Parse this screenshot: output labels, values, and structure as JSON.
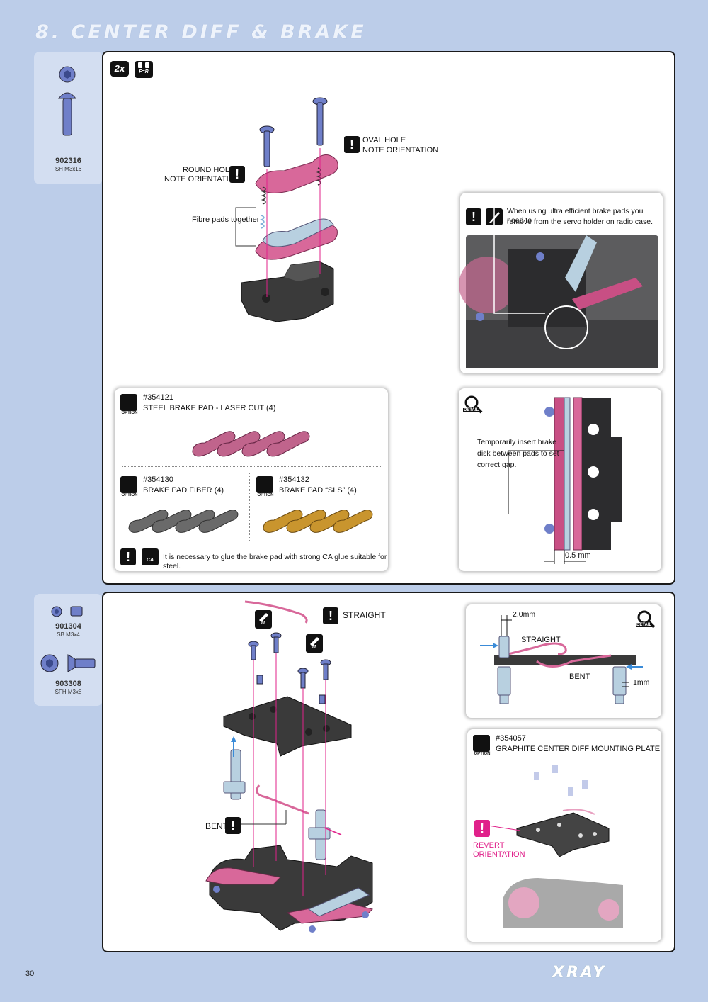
{
  "page": {
    "title": "8. CENTER DIFF & BRAKE",
    "page_number": "30",
    "brand": "XRAY"
  },
  "step1": {
    "parts": [
      {
        "number": "902316",
        "desc": "SH M3x16"
      }
    ],
    "badge_2x": "2x",
    "badge_fr": "F=R",
    "labels": {
      "oval_hole": "OVAL HOLE",
      "oval_orient": "NOTE ORIENTATION",
      "round_hole": "ROUND HOLE",
      "round_orient": "NOTE ORIENTATION",
      "fibre": "Fibre pads together"
    },
    "callout_servo": {
      "text1": "When using ultra efficient brake pads you need to",
      "text2": "remove from the servo holder on radio case."
    },
    "options": {
      "option_label": "OPTION",
      "steel": {
        "num": "#354121",
        "name": "STEEL BRAKE PAD - LASER CUT (4)"
      },
      "fiber": {
        "num": "#354130",
        "name": "BRAKE PAD FIBER (4)"
      },
      "sls": {
        "num": "#354132",
        "name": "BRAKE PAD “SLS” (4)"
      },
      "glue_note": "It is necessary to glue the brake pad with strong CA glue suitable for steel.",
      "ca_label": "CA"
    },
    "detail": {
      "badge": "DETAIL",
      "text1": "Temporarily insert brake",
      "text2": "disk between pads to set",
      "text3": "correct gap.",
      "gap": "0.5 mm"
    }
  },
  "step2": {
    "parts": [
      {
        "number": "901304",
        "desc": "SB M3x4"
      },
      {
        "number": "903308",
        "desc": "SFH M3x8"
      }
    ],
    "labels": {
      "straight": "STRAIGHT",
      "bent": "BENT",
      "tl": "TL"
    },
    "detail": {
      "badge": "DETAIL",
      "dim1": "2.0mm",
      "straight": "STRAIGHT",
      "bent": "BENT",
      "dim2": "1mm"
    },
    "option": {
      "option_label": "OPTION",
      "num": "#354057",
      "name": "GRAPHITE CENTER DIFF MOUNTING PLATE",
      "revert1": "REVERT",
      "revert2": "ORIENTATION"
    }
  },
  "colors": {
    "background": "#bccde9",
    "pink": "#e0218a",
    "brake_pink": "#d8689a",
    "screw_blue": "#6f7fc9",
    "dark_part": "#3a3a3a",
    "gold": "#c9952e"
  }
}
